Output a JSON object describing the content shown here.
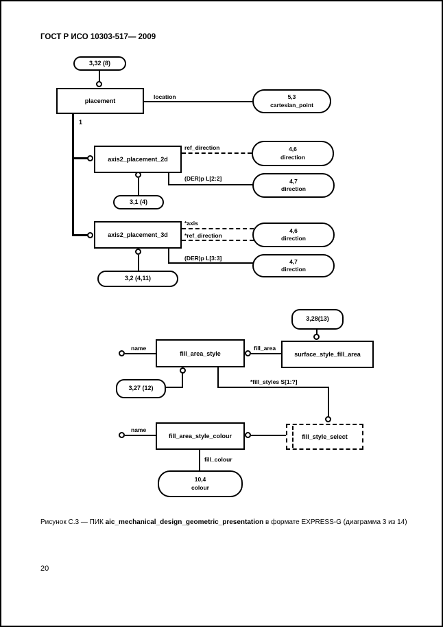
{
  "header": {
    "title": "ГОСТ Р ИСО 10303-517— 2009"
  },
  "footer": {
    "page_number": "20"
  },
  "caption": {
    "prefix": "Рисунок С.3 — ПИК ",
    "entity": "aic_mechanical_design_geometric_presentation",
    "suffix": " в формате EXPRESS-G (диаграмма 3 из 14)"
  },
  "d1": {
    "page_ref_332": "3,32 (8)",
    "placement": "placement",
    "location_attr": "location",
    "cartesian_point": {
      "ref": "5,3",
      "name": "cartesian_point"
    },
    "supertype_label": "1",
    "axis2_placement_2d": "axis2_placement_2d",
    "ref_direction_attr": "ref_direction",
    "direction_46_a": {
      "ref": "4,6",
      "name": "direction"
    },
    "der_p_2d": "(DER)p L[2:2]",
    "direction_47_a": {
      "ref": "4,7",
      "name": "direction"
    },
    "page_ref_31": "3,1 (4)",
    "axis2_placement_3d": "axis2_placement_3d",
    "axis_attr": "*axis",
    "ref_direction_3d_attr": "*ref_direction",
    "direction_46_b": {
      "ref": "4,6",
      "name": "direction"
    },
    "der_p_3d": "(DER)p L[3:3]",
    "direction_47_b": {
      "ref": "4,7",
      "name": "direction"
    },
    "page_ref_32": "3,2 (4,11)"
  },
  "d2": {
    "page_ref_328": "3,28(13)",
    "surface_style_fill_area": "surface_style_fill_area",
    "fill_area_style": "fill_area_style",
    "name_attr": "name",
    "fill_area_attr": "fill_area",
    "page_ref_327": "3,27 (12)",
    "fill_styles_attr": "*fill_styles S[1:?]",
    "fill_area_style_colour": "fill_area_style_colour",
    "name_attr2": "name",
    "fill_style_select": "fill_style_select",
    "fill_colour_attr": "fill_colour",
    "colour": {
      "ref": "10,4",
      "name": "colour"
    }
  }
}
